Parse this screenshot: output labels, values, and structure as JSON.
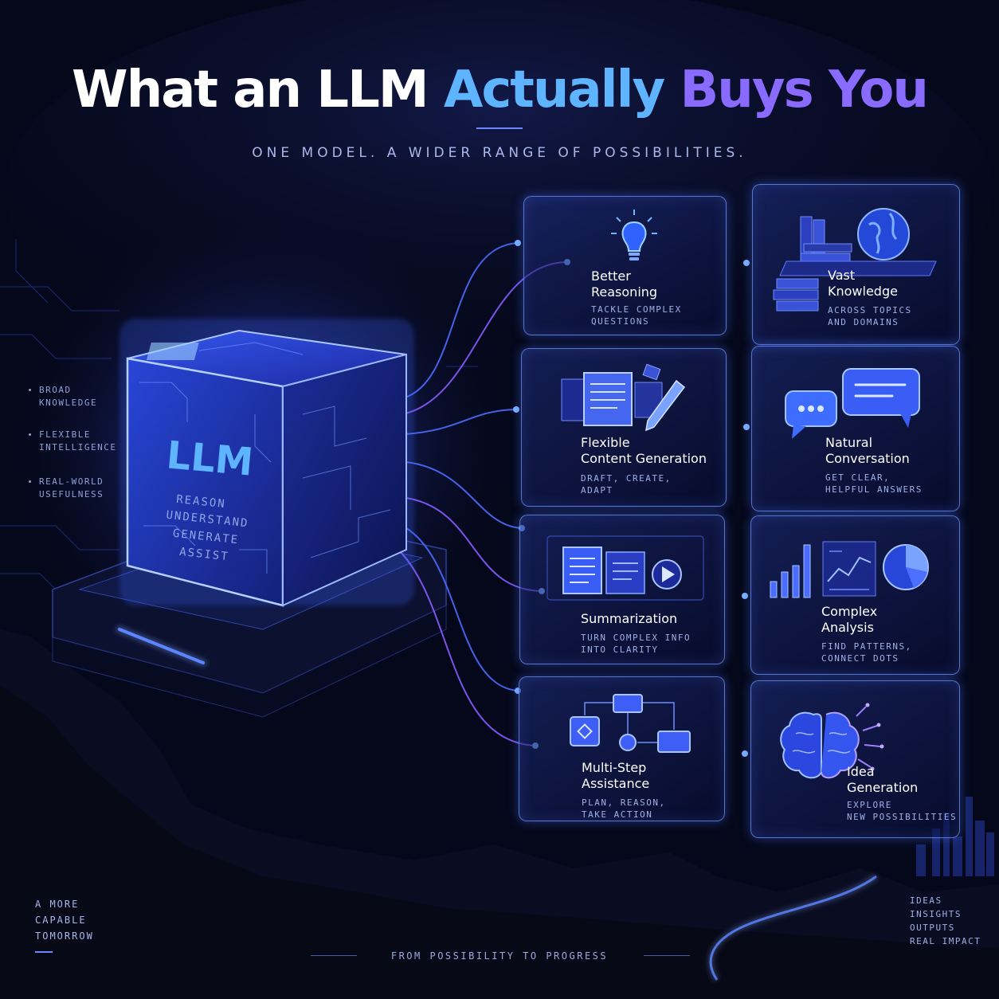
{
  "header": {
    "title_part1": "What an LLM ",
    "title_part2": "Actually ",
    "title_part3": "Buys You",
    "subtitle": "ONE MODEL. A WIDER RANGE OF POSSIBILITIES."
  },
  "cube": {
    "label": "LLM",
    "words": [
      "REASON",
      "UNDERSTAND",
      "GENERATE",
      "ASSIST"
    ]
  },
  "side_list": [
    "BROAD\nKNOWLEDGE",
    "FLEXIBLE\nINTELLIGENCE",
    "REAL-WORLD\nUSEFULNESS"
  ],
  "cards": [
    {
      "icon": "lightbulb-icon",
      "title": "Better\nReasoning",
      "desc": "TACKLE COMPLEX\nQUESTIONS"
    },
    {
      "icon": "books-globe-icon",
      "title": "Vast\nKnowledge",
      "desc": "ACROSS TOPICS\nAND DOMAINS"
    },
    {
      "icon": "documents-pen-icon",
      "title": "Flexible\nContent Generation",
      "desc": "DRAFT, CREATE,\nADAPT"
    },
    {
      "icon": "chat-bubbles-icon",
      "title": "Natural\nConversation",
      "desc": "GET CLEAR,\nHELPFUL ANSWERS"
    },
    {
      "icon": "summary-documents-icon",
      "title": "Summarization",
      "desc": "TURN COMPLEX INFO\nINTO CLARITY"
    },
    {
      "icon": "analytics-charts-icon",
      "title": "Complex\nAnalysis",
      "desc": "FIND PATTERNS,\nCONNECT DOTS"
    },
    {
      "icon": "flowchart-icon",
      "title": "Multi-Step\nAssistance",
      "desc": "PLAN, REASON,\nTAKE ACTION"
    },
    {
      "icon": "brain-icon",
      "title": "Idea\nGeneration",
      "desc": "EXPLORE\nNEW POSSIBILITIES"
    }
  ],
  "bottom_left": "A MORE\nCAPABLE\nTOMORROW",
  "footer": "FROM POSSIBILITY TO PROGRESS",
  "bottom_right": "IDEAS\nINSIGHTS\nOUTPUTS\nREAL IMPACT",
  "colors": {
    "background": "#05081a",
    "accent_blue": "#5fb4ff",
    "accent_violet": "#8a6bff",
    "card_border": "#6e96ff"
  }
}
